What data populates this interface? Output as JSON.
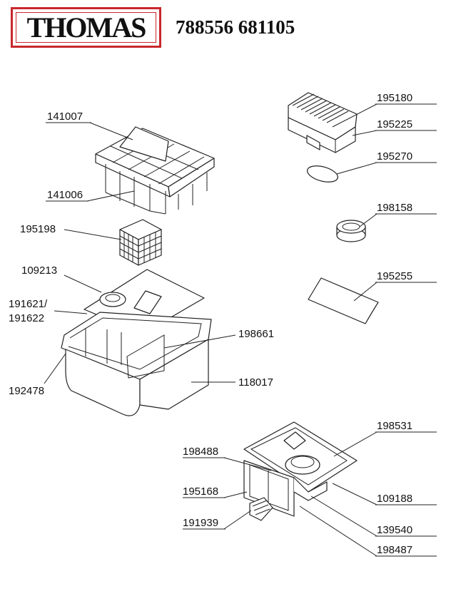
{
  "brand": "THOMAS",
  "model_number": "788556 681105",
  "colors": {
    "brand_red": "#c8282d",
    "ink": "#111111"
  },
  "labels": {
    "p195180": "195180",
    "p195225": "195225",
    "p141007": "141007",
    "p195270": "195270",
    "p141006": "141006",
    "p198158": "198158",
    "p195198": "195198",
    "p109213": "109213",
    "p195255": "195255",
    "p191621": "191621/",
    "p191622": "191622",
    "p198661": "198661",
    "p118017": "118017",
    "p192478": "192478",
    "p198531": "198531",
    "p198488": "198488",
    "p195168": "195168",
    "p109188": "109188",
    "p191939": "191939",
    "p139540": "139540",
    "p198487": "198487"
  }
}
